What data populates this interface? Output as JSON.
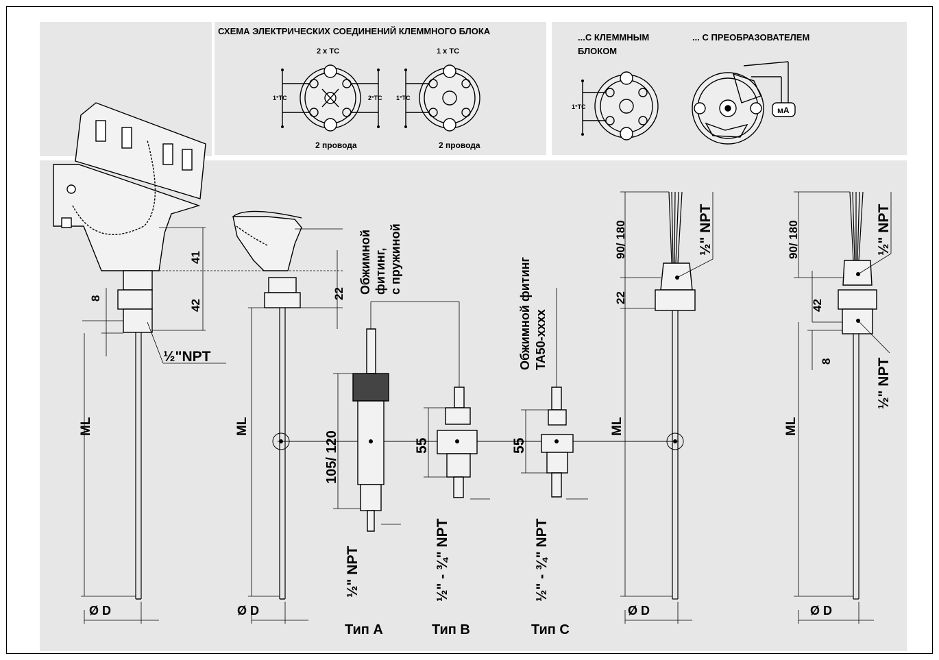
{
  "wiring": {
    "title": "СХЕМА ЭЛЕКТРИЧЕСКИХ СОЕДИНЕНИЙ КЛЕММНОГО БЛОКА",
    "dual_label": "2 x TC",
    "single_label": "1 x TC",
    "tc1": "1°TC",
    "tc2": "2°TC",
    "wires": "2 провода"
  },
  "mount": {
    "terminal_l1": "...С КЛЕММНЫМ",
    "terminal_l2": "БЛОКОМ",
    "transmitter": "... С ПРЕОБРАЗОВАТЕЛЕМ",
    "tc1": "1°TC",
    "ma": "мА"
  },
  "dims": {
    "d41": "41",
    "d42": "42",
    "d8": "8",
    "d22": "22",
    "ml": "ML",
    "od": "Ø D",
    "npt_half": "½\"NPT",
    "npt_half_v": "½\" NPT",
    "npt_range": "½\" - ¾\" NPT",
    "d105": "105/ 120",
    "d55": "55",
    "d90": "90/ 180"
  },
  "fittings": {
    "spring_l1": "Обжимной",
    "spring_l2": "фитинг,",
    "spring_l3": "с пружиной",
    "ta50_l1": "Обжимной фитинг",
    "ta50_l2": "TA50-xxxx",
    "type_a": "Тип А",
    "type_b": "Тип В",
    "type_c": "Тип С"
  }
}
